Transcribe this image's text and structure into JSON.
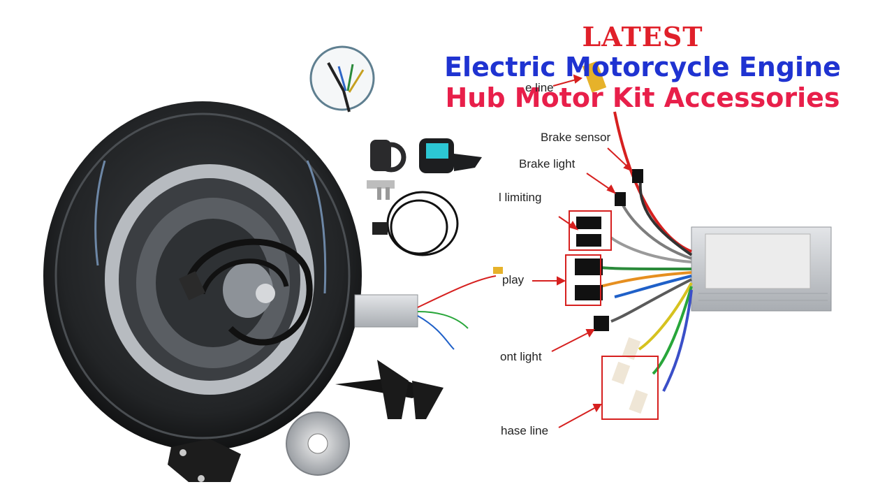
{
  "title": {
    "line1": "LATEST",
    "line2": "Electric Motorcycle Engine",
    "line3": "Hub Motor Kit Accessories"
  },
  "labels": {
    "top_partial": "e line",
    "brake_sensor": "Brake sensor",
    "brake_light": "Brake light",
    "limiting": "l limiting",
    "display": "play",
    "front_light": "ont light",
    "phase_line": "hase line"
  },
  "colors": {
    "title_red": "#e0202a",
    "title_blue": "#1f33d1",
    "title_pink": "#e81f4a",
    "arrow_red": "#d6201f",
    "controller_silver": "#c9ccd0"
  }
}
